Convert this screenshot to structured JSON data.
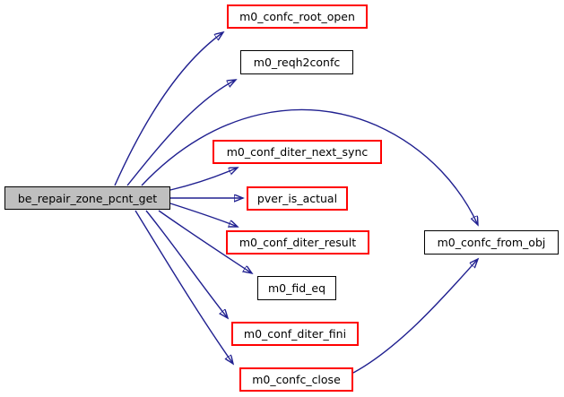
{
  "graph": {
    "type": "call-graph",
    "colors": {
      "edge": "#202090",
      "highlight_border": "#ff0000",
      "normal_border": "#000000",
      "root_fill": "#bfbfbf",
      "node_fill": "#ffffff"
    },
    "root": {
      "label": "be_repair_zone_pcnt_get"
    },
    "nodes": [
      {
        "label": "m0_confc_root_open",
        "border": "#ff0000"
      },
      {
        "label": "m0_reqh2confc",
        "border": "#000000"
      },
      {
        "label": "m0_conf_diter_next_sync",
        "border": "#ff0000"
      },
      {
        "label": "pver_is_actual",
        "border": "#ff0000"
      },
      {
        "label": "m0_conf_diter_result",
        "border": "#ff0000"
      },
      {
        "label": "m0_fid_eq",
        "border": "#000000"
      },
      {
        "label": "m0_conf_diter_fini",
        "border": "#ff0000"
      },
      {
        "label": "m0_confc_close",
        "border": "#ff0000"
      },
      {
        "label": "m0_confc_from_obj",
        "border": "#000000"
      }
    ],
    "edges": [
      {
        "from": "be_repair_zone_pcnt_get",
        "to": "m0_confc_root_open"
      },
      {
        "from": "be_repair_zone_pcnt_get",
        "to": "m0_reqh2confc"
      },
      {
        "from": "be_repair_zone_pcnt_get",
        "to": "m0_confc_from_obj"
      },
      {
        "from": "be_repair_zone_pcnt_get",
        "to": "m0_conf_diter_next_sync"
      },
      {
        "from": "be_repair_zone_pcnt_get",
        "to": "pver_is_actual"
      },
      {
        "from": "be_repair_zone_pcnt_get",
        "to": "m0_conf_diter_result"
      },
      {
        "from": "be_repair_zone_pcnt_get",
        "to": "m0_fid_eq"
      },
      {
        "from": "be_repair_zone_pcnt_get",
        "to": "m0_conf_diter_fini"
      },
      {
        "from": "be_repair_zone_pcnt_get",
        "to": "m0_confc_close"
      },
      {
        "from": "m0_confc_close",
        "to": "m0_confc_from_obj"
      }
    ]
  }
}
